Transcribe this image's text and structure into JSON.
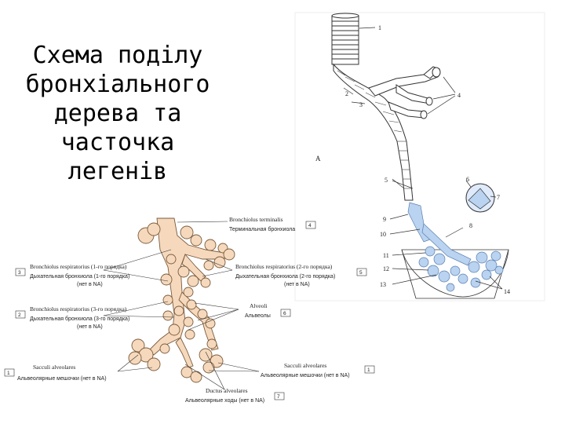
{
  "title_lines": [
    "Схема поділу",
    "бронхіального",
    "дерева та",
    "часточка",
    "легенів"
  ],
  "upper_figure": {
    "letter": "A",
    "numbers": [
      "1",
      "2",
      "3",
      "4",
      "5",
      "6",
      "7",
      "8",
      "9",
      "10",
      "11",
      "12",
      "13",
      "14"
    ]
  },
  "lower_figure": {
    "labels": [
      {
        "latin": "Bronchiolus terminalis",
        "russian": "Терминальная бронхиола",
        "num": "4"
      },
      {
        "latin": "Bronchiolus respiratorius (1-го порядка)",
        "russian": "Дыхательная бронхиола (1-го порядка)",
        "extra": "(нет в NA)",
        "num": "3"
      },
      {
        "latin": "Bronchiolus respiratorius (2-го порядка)",
        "russian": "Дыхательная бронхиола (2-го порядка)",
        "extra": "(нет в NA)",
        "num": "5"
      },
      {
        "latin": "Bronchiolus respiratorius (3-го порядка)",
        "russian": "Дыхательная бронхиола (3-го порядка)",
        "extra": "(нет в NA)",
        "num": "2"
      },
      {
        "latin": "Alveoli",
        "russian": "Альвеолы",
        "num": "6"
      },
      {
        "latin": "Sacculi alveolares",
        "russian": "Альвеолярные мешочки (нет в NA)",
        "num": "1",
        "side": "left"
      },
      {
        "latin": "Sacculi alveolares",
        "russian": "Альвеолярные мешочки (нет в NA)",
        "num": "1",
        "side": "right"
      },
      {
        "latin": "Ductus alveolares",
        "russian": "Альвеолярные ходы (нет в NA)",
        "num": "7"
      }
    ]
  },
  "colors": {
    "bronchiole_fill": "#f6d9bd",
    "acinus_blue": "#b9d3f0",
    "line": "#333333"
  }
}
